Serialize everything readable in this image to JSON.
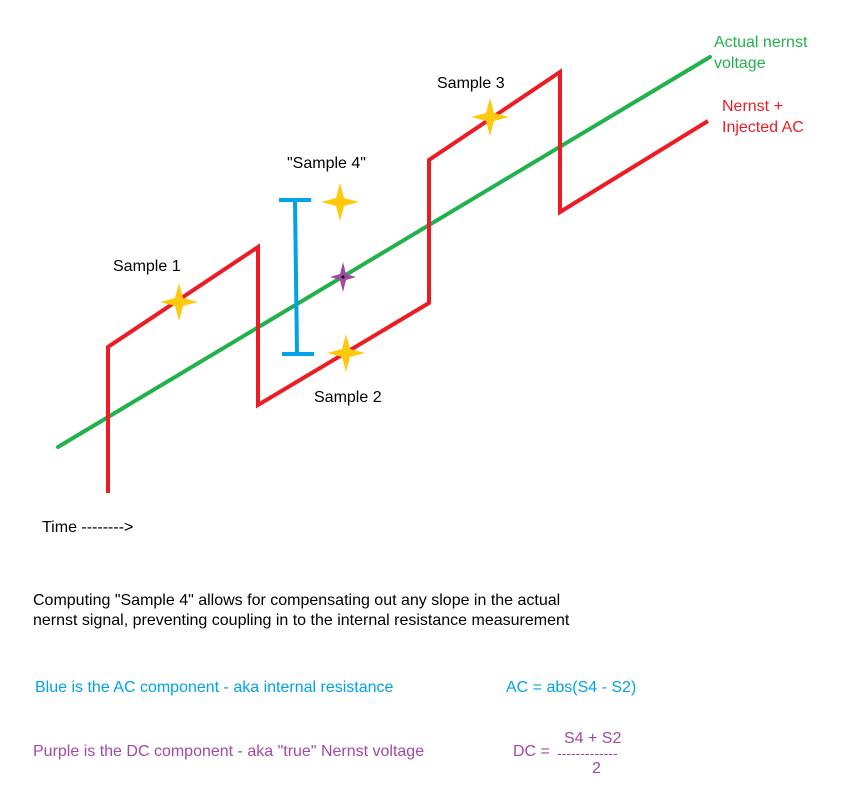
{
  "colors": {
    "nernst_line": "#22b14c",
    "signal_line": "#ed1c24",
    "ac_bar": "#00a2e8",
    "dc_marker": "#a349a4",
    "sample_star": "#ffc90e",
    "text": "#000000"
  },
  "legend": {
    "actual_nernst_line1": "Actual nernst",
    "actual_nernst_line2": "voltage",
    "injected_line1": "Nernst +",
    "injected_line2": "Injected AC"
  },
  "samples": {
    "s1": "Sample 1",
    "s2": "Sample 2",
    "s3": "Sample 3",
    "s4": "\"Sample 4\""
  },
  "time_axis": "Time -------->",
  "explanation": {
    "line1": "Computing \"Sample 4\" allows for compensating out any slope in the actual",
    "line2": "nernst signal, preventing coupling in to the internal resistance measurement"
  },
  "blue_note": "Blue is the AC component - aka internal resistance",
  "purple_note": "Purple is the DC component - aka \"true\" Nernst voltage",
  "ac_formula": "AC = abs(S4 - S2)",
  "dc_formula": {
    "lhs": "DC =",
    "numerator": "S4 + S2",
    "divider": "-------------",
    "denominator": "2"
  }
}
